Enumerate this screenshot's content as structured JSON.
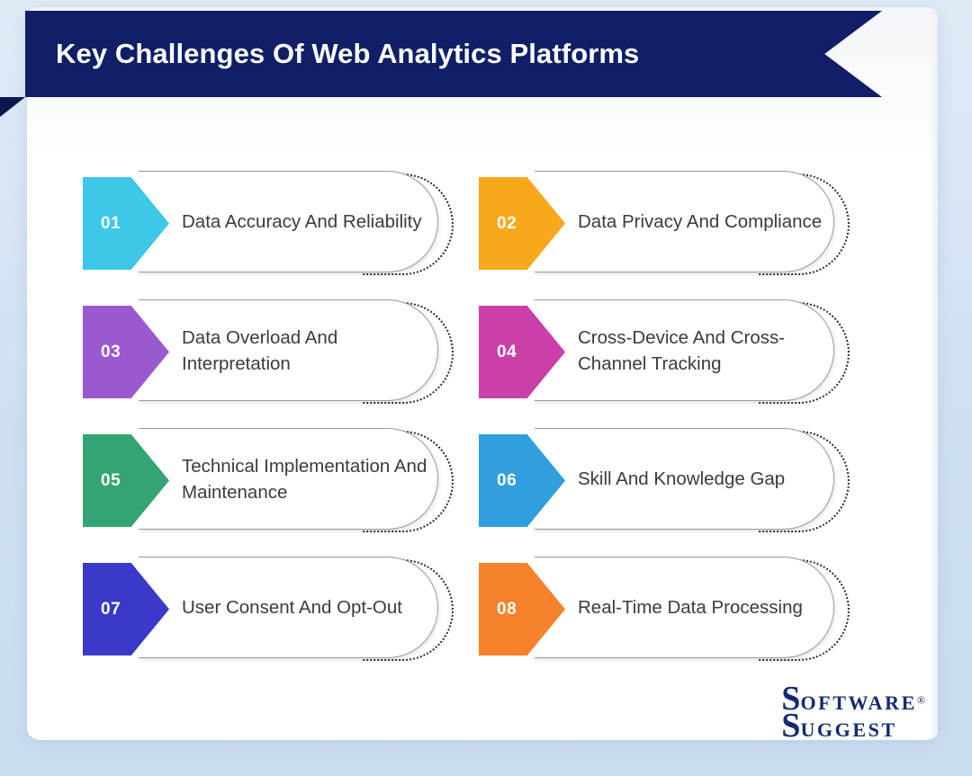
{
  "header": {
    "title": "Key Challenges Of Web Analytics Platforms",
    "banner_color": "#101f68",
    "fold_color": "#0b1653",
    "title_color": "#ffffff"
  },
  "page": {
    "background_color": "#cfe0f2",
    "sheet_color": "#ffffff"
  },
  "cards": [
    {
      "number": "01",
      "title": "Data Accuracy And Reliability",
      "color": "#3dc8e8"
    },
    {
      "number": "02",
      "title": "Data Privacy And Compliance",
      "color": "#f7a81b"
    },
    {
      "number": "03",
      "title": "Data Overload And Interpretation",
      "color": "#9b59d0"
    },
    {
      "number": "04",
      "title": "Cross-Device And Cross-Channel Tracking",
      "color": "#cc3fa8"
    },
    {
      "number": "05",
      "title": "Technical Implementation And Maintenance",
      "color": "#34a474"
    },
    {
      "number": "06",
      "title": "Skill And Knowledge Gap",
      "color": "#2f9fdd"
    },
    {
      "number": "07",
      "title": "User Consent And Opt-Out",
      "color": "#3b39c9"
    },
    {
      "number": "08",
      "title": "Real-Time Data Processing",
      "color": "#f5822a"
    }
  ],
  "logo": {
    "line1_cap": "S",
    "line1_rest": "OFTWARE",
    "registered": "®",
    "line2_cap": "S",
    "line2_rest": "UGGEST",
    "color": "#152a6e"
  }
}
